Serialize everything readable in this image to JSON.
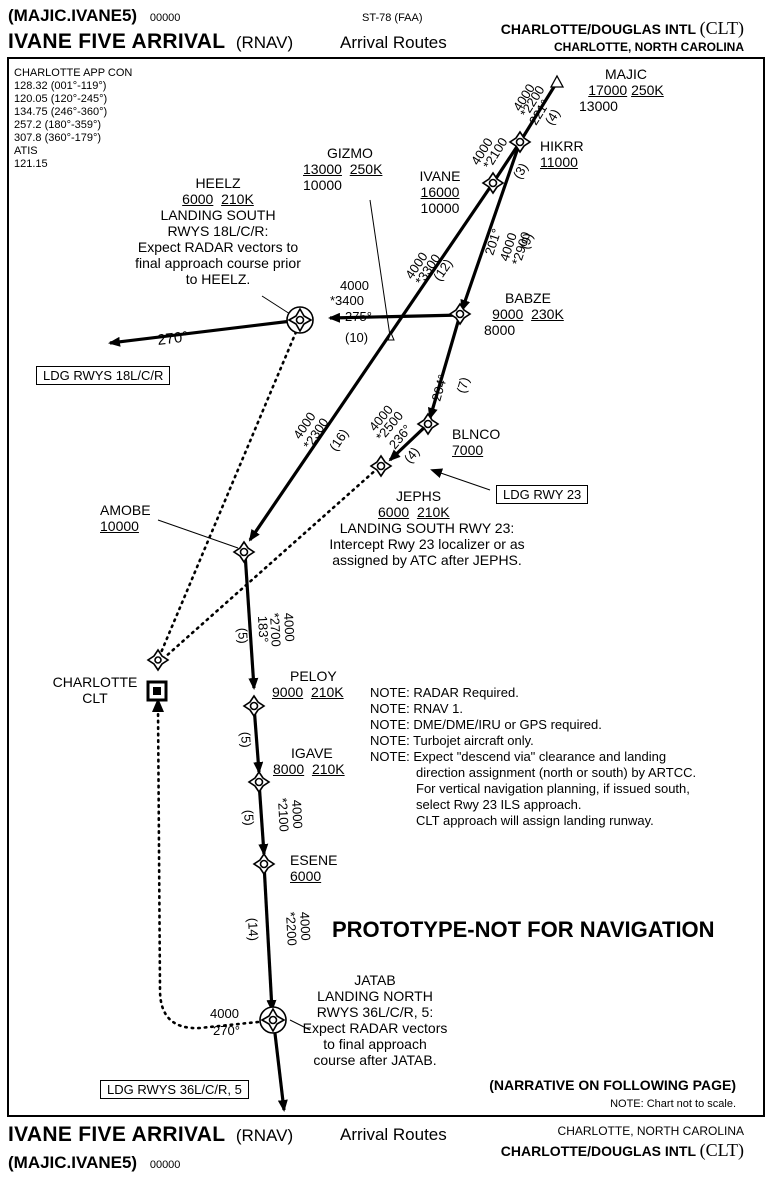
{
  "header": {
    "code_left": "(MAJIC.IVANE5)",
    "code_num": "00000",
    "title": "IVANE FIVE ARRIVAL",
    "title_suffix": "(RNAV)",
    "center_top": "ST-78 (FAA)",
    "center_sub": "Arrival Routes",
    "airport": "CHARLOTTE/DOUGLAS INTL",
    "airport_id": "(CLT)",
    "city": "CHARLOTTE, NORTH CAROLINA"
  },
  "footer": {
    "title": "IVANE FIVE ARRIVAL",
    "title_suffix": "(RNAV)",
    "center_sub": "Arrival Routes",
    "code_left": "(MAJIC.IVANE5)",
    "code_num": "00000",
    "city": "CHARLOTTE, NORTH CAROLINA",
    "airport": "CHARLOTTE/DOUGLAS INTL",
    "airport_id": "(CLT)"
  },
  "comms": {
    "title": "CHARLOTTE APP CON",
    "freqs": [
      "128.32  (001°-119°)",
      "120.05  (120°-245°)",
      "134.75  (246°-360°)",
      "257.2   (180°-359°)",
      "307.8   (360°-179°)"
    ],
    "atis_label": "ATIS",
    "atis_freq": "121.15"
  },
  "fixes": {
    "majic": {
      "name": "MAJIC",
      "alt_top": "17000",
      "speed": "250K",
      "alt_bottom": "13000"
    },
    "hikrr": {
      "name": "HIKRR",
      "alt": "11000"
    },
    "ivane": {
      "name": "IVANE",
      "alt_top": "16000",
      "alt_bottom": "10000"
    },
    "gizmo": {
      "name": "GIZMO",
      "alt_top": "13000",
      "speed": "250K",
      "alt_bottom": "10000"
    },
    "heelz": {
      "name": "HEELZ",
      "alt": "6000",
      "speed": "210K",
      "note": [
        "LANDING SOUTH",
        "RWYS 18L/C/R:",
        "Expect RADAR vectors to",
        "final approach course prior",
        "to HEELZ."
      ]
    },
    "babze": {
      "name": "BABZE",
      "alt_top": "9000",
      "speed": "230K",
      "alt_bottom": "8000"
    },
    "blnco": {
      "name": "BLNCO",
      "alt": "7000"
    },
    "jephs": {
      "name": "JEPHS",
      "alt": "6000",
      "speed": "210K",
      "note": [
        "LANDING SOUTH RWY 23:",
        "Intercept Rwy 23 localizer or as",
        "assigned by ATC after JEPHS."
      ]
    },
    "amobe": {
      "name": "AMOBE",
      "alt": "10000"
    },
    "peloy": {
      "name": "PELOY",
      "alt": "9000",
      "speed": "210K"
    },
    "igave": {
      "name": "IGAVE",
      "alt": "8000",
      "speed": "210K"
    },
    "esene": {
      "name": "ESENE",
      "alt": "6000"
    },
    "jatab": {
      "name": "JATAB",
      "note": [
        "LANDING NORTH",
        "RWYS 36L/C/R, 5:",
        "Expect RADAR vectors",
        "to final approach",
        "course after JATAB."
      ]
    },
    "charlotte": {
      "name": "CHARLOTTE",
      "id": "CLT"
    }
  },
  "legs": {
    "majic_hikrr": {
      "alt": "4000",
      "mea": "*2200",
      "course": "221°",
      "dist": "(4)"
    },
    "hikrr_ivane": {
      "alt": "4000",
      "mea": "*2100",
      "dist": "(3)"
    },
    "ivane_amobe": {
      "alt": "4000",
      "mea": "*2300",
      "dist": "(16)"
    },
    "ivane_gizmo": {
      "alt": "4000",
      "mea": "*3300",
      "dist": "(12)"
    },
    "hikrr_babze": {
      "alt": "4000",
      "mea": "*2900",
      "course": "201°",
      "dist": "(9)"
    },
    "babze_heelz": {
      "alt": "4000",
      "mea": "*3400",
      "course": "275°",
      "dist": "(10)"
    },
    "heelz_out": {
      "course": "270°"
    },
    "babze_blnco": {
      "course": "204°",
      "dist": "(7)"
    },
    "blnco_jephs": {
      "alt": "4000",
      "mea": "*2500",
      "course": "236°",
      "dist": "(4)"
    },
    "amobe_peloy": {
      "alt": "4000",
      "mea": "*2700",
      "course": "183°",
      "dist": "(5)"
    },
    "peloy_igave": {
      "dist": "(5)"
    },
    "igave_esene": {
      "alt": "4000",
      "mea": "*2100",
      "dist": "(5)"
    },
    "esene_jatab": {
      "alt": "4000",
      "mea": "*2200",
      "dist": "(14)"
    },
    "jatab_out": {
      "alt": "4000",
      "course": "270°"
    }
  },
  "boxes": {
    "ldg_18": "LDG RWYS 18L/C/R",
    "ldg_23": "LDG RWY 23",
    "ldg_36": "LDG RWYS 36L/C/R, 5"
  },
  "notes": [
    "NOTE: RADAR Required.",
    "NOTE: RNAV 1.",
    "NOTE: DME/DME/IRU or GPS required.",
    "NOTE: Turbojet aircraft only.",
    "NOTE: Expect \"descend via\" clearance and landing",
    "direction assignment (north or south) by ARTCC.",
    "For vertical navigation planning, if issued south,",
    "select Rwy 23 ILS approach.",
    "CLT approach will assign landing runway."
  ],
  "prototype": "PROTOTYPE-NOT FOR NAVIGATION",
  "narrative": "(NARRATIVE ON FOLLOWING PAGE)",
  "scale_note": "NOTE: Chart not to scale."
}
